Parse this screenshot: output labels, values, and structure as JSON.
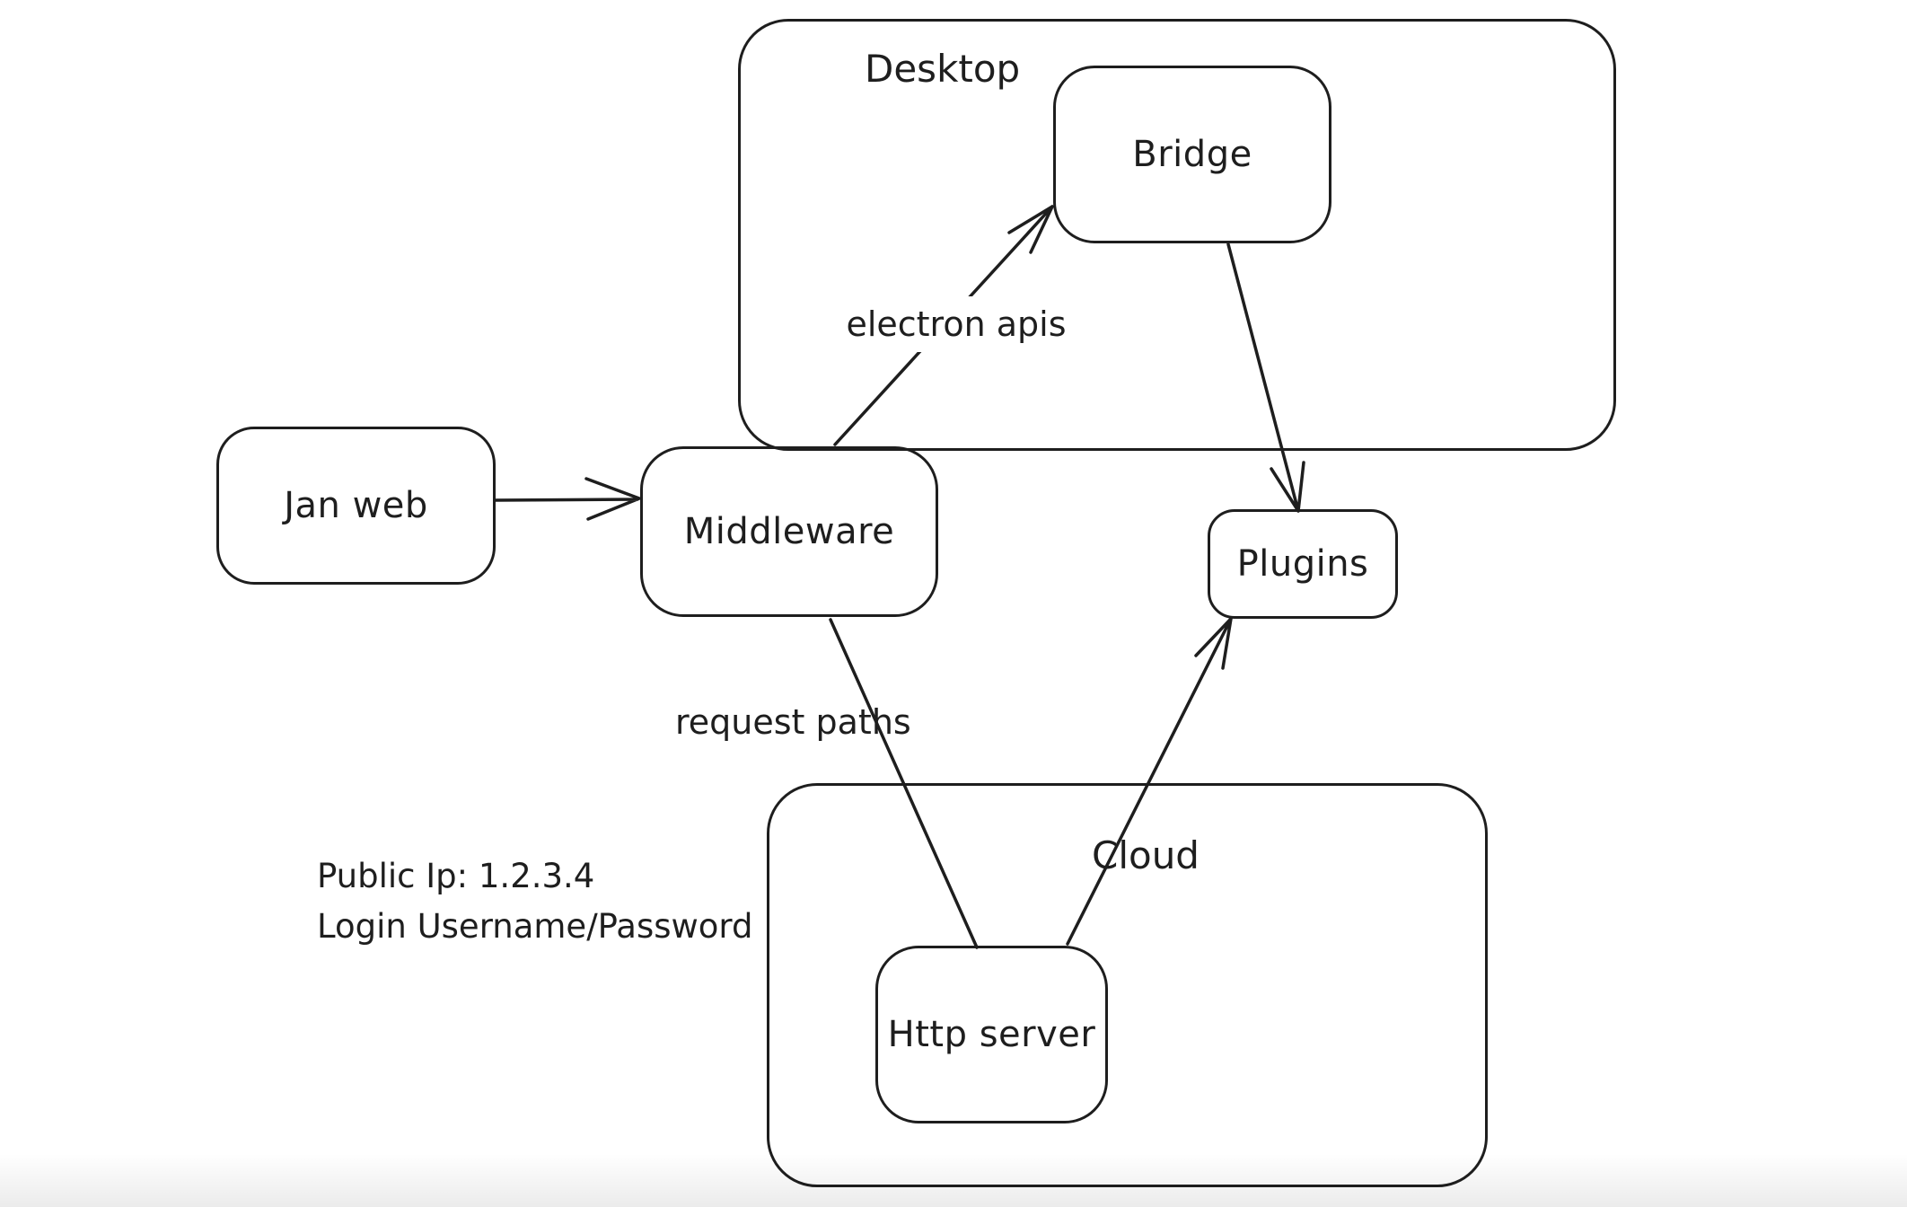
{
  "colors": {
    "background": "#ffffff",
    "stroke": "#1e1e1e"
  },
  "diagram": {
    "containers": [
      {
        "id": "desktop",
        "label": "Desktop"
      },
      {
        "id": "cloud",
        "label": "Cloud"
      }
    ],
    "nodes": [
      {
        "id": "jan-web",
        "label": "Jan web"
      },
      {
        "id": "middleware",
        "label": "Middleware"
      },
      {
        "id": "bridge",
        "label": "Bridge"
      },
      {
        "id": "plugins",
        "label": "Plugins"
      },
      {
        "id": "http-server",
        "label": "Http server"
      }
    ],
    "edges": [
      {
        "from": "Jan web",
        "to": "Middleware",
        "label": "",
        "arrowhead": "end"
      },
      {
        "from": "Middleware",
        "to": "Bridge",
        "label": "electron apis",
        "arrowhead": "end"
      },
      {
        "from": "Bridge",
        "to": "Plugins",
        "label": "",
        "arrowhead": "end"
      },
      {
        "from": "Middleware",
        "to": "Http server",
        "label": "request paths",
        "arrowhead": "none"
      },
      {
        "from": "Http server",
        "to": "Plugins",
        "label": "",
        "arrowhead": "end"
      }
    ],
    "annotation": {
      "line1": "Public Ip: 1.2.3.4",
      "line2": "Login Username/Password"
    }
  }
}
